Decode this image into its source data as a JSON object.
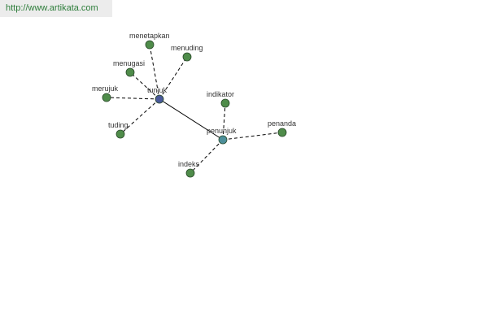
{
  "header": {
    "url": "http://www.artikata.com"
  },
  "graph": {
    "colors": {
      "leaf": "#4f8c4a",
      "root": "#4a5a9a",
      "hub": "#4d8f9a",
      "url_text": "#2d7d3a"
    },
    "nodes": {
      "tunjuk": {
        "label": "tunjuk",
        "kind": "root"
      },
      "penunjuk": {
        "label": "penunjuk",
        "kind": "hub"
      },
      "menetapkan": {
        "label": "menetapkan",
        "kind": "leaf"
      },
      "menuding": {
        "label": "menuding",
        "kind": "leaf"
      },
      "menugasi": {
        "label": "menugasi",
        "kind": "leaf"
      },
      "merujuk": {
        "label": "merujuk",
        "kind": "leaf"
      },
      "tuding": {
        "label": "tuding",
        "kind": "leaf"
      },
      "indikator": {
        "label": "indikator",
        "kind": "leaf"
      },
      "penanda": {
        "label": "penanda",
        "kind": "leaf"
      },
      "indeks": {
        "label": "indeks",
        "kind": "leaf"
      }
    },
    "edges": [
      {
        "from": "tunjuk",
        "to": "menetapkan",
        "style": "dashed"
      },
      {
        "from": "tunjuk",
        "to": "menuding",
        "style": "dashed"
      },
      {
        "from": "tunjuk",
        "to": "menugasi",
        "style": "dashed"
      },
      {
        "from": "tunjuk",
        "to": "merujuk",
        "style": "dashed"
      },
      {
        "from": "tunjuk",
        "to": "tuding",
        "style": "dashed"
      },
      {
        "from": "tunjuk",
        "to": "penunjuk",
        "style": "solid"
      },
      {
        "from": "penunjuk",
        "to": "indikator",
        "style": "dashed"
      },
      {
        "from": "penunjuk",
        "to": "penanda",
        "style": "dashed"
      },
      {
        "from": "penunjuk",
        "to": "indeks",
        "style": "dashed"
      }
    ]
  }
}
